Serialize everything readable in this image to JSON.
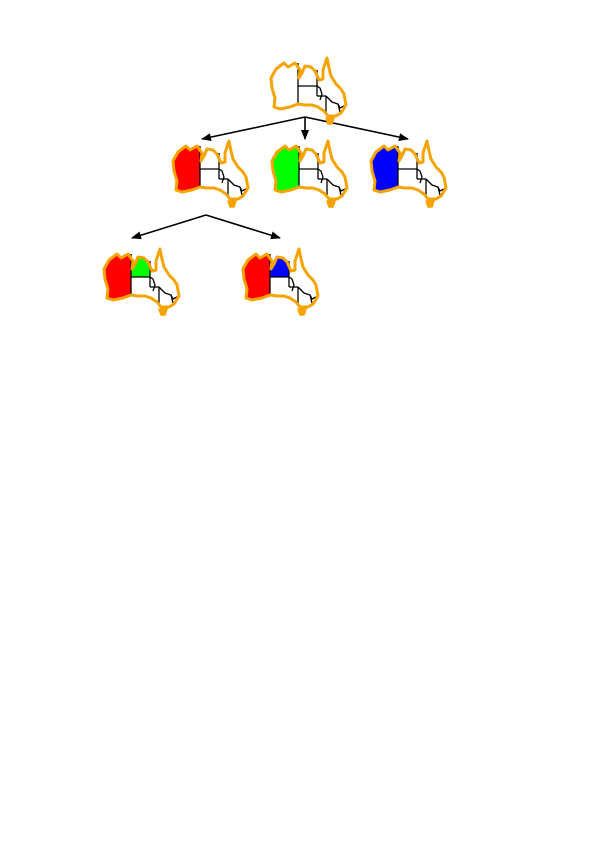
{
  "diagram": {
    "type": "search-tree",
    "outline_color": "#f5a300",
    "border_color": "#000000",
    "uncolored_fill": "#ffffff",
    "region_colors": {
      "red": "#ff0000",
      "green": "#00ff00",
      "blue": "#0000ff"
    },
    "nodes": [
      {
        "id": "root",
        "level": 0,
        "parent": null,
        "assignments": {}
      },
      {
        "id": "wa-red",
        "level": 1,
        "parent": "root",
        "assignments": {
          "WA": "red"
        }
      },
      {
        "id": "wa-green",
        "level": 1,
        "parent": "root",
        "assignments": {
          "WA": "green"
        }
      },
      {
        "id": "wa-blue",
        "level": 1,
        "parent": "root",
        "assignments": {
          "WA": "blue"
        }
      },
      {
        "id": "wa-red-nt-green",
        "level": 2,
        "parent": "wa-red",
        "assignments": {
          "WA": "red",
          "NT": "green"
        }
      },
      {
        "id": "wa-red-nt-blue",
        "level": 2,
        "parent": "wa-red",
        "assignments": {
          "WA": "red",
          "NT": "blue"
        }
      }
    ]
  }
}
